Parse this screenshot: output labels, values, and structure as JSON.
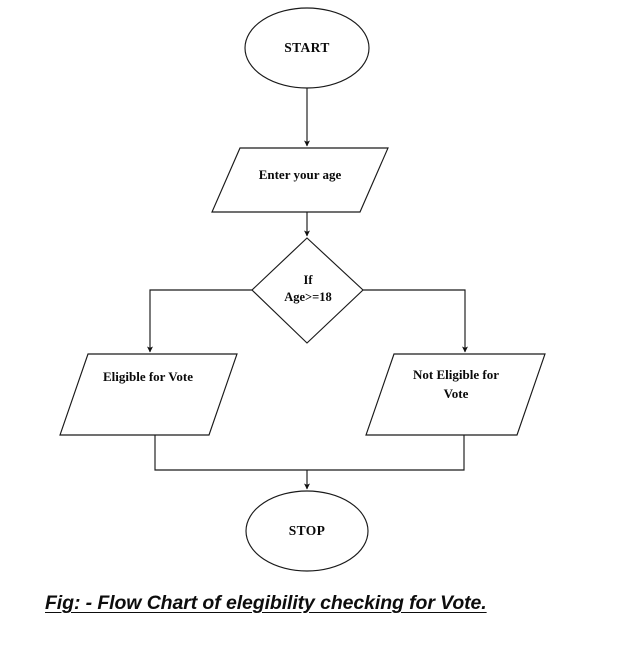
{
  "figure": {
    "caption": "Fig: - Flow Chart of elegibility checking for Vote.",
    "background_color": "#ffffff",
    "stroke_color": "#1a1a1a",
    "text_color": "#0a0a0a"
  },
  "chart_data": {
    "type": "diagram",
    "diagram_kind": "flowchart",
    "title": "Fig: - Flow Chart of elegibility checking for Vote.",
    "orientation": "top-to-bottom",
    "nodes": [
      {
        "id": "start",
        "shape": "oval",
        "role": "terminal",
        "text": "START"
      },
      {
        "id": "input_age",
        "shape": "parallelogram",
        "role": "input",
        "text": "Enter your age"
      },
      {
        "id": "check_age",
        "shape": "diamond",
        "role": "decision",
        "text_line_1": "If",
        "text_line_2": "Age>=18"
      },
      {
        "id": "eligible",
        "shape": "parallelogram",
        "role": "output",
        "text": "Eligible for Vote"
      },
      {
        "id": "not_eligible",
        "shape": "parallelogram",
        "role": "output",
        "text_line_1": "Not Eligible for",
        "text_line_2": "Vote"
      },
      {
        "id": "stop",
        "shape": "oval",
        "role": "terminal",
        "text": "STOP"
      }
    ],
    "edges": [
      {
        "from": "start",
        "to": "input_age",
        "label": "",
        "style": "straight-arrow"
      },
      {
        "from": "input_age",
        "to": "check_age",
        "label": "",
        "style": "straight-arrow"
      },
      {
        "from": "check_age",
        "to": "eligible",
        "label": "",
        "style": "elbow-left-arrow"
      },
      {
        "from": "check_age",
        "to": "not_eligible",
        "label": "",
        "style": "elbow-right-arrow"
      },
      {
        "from": "eligible",
        "to": "stop",
        "label": "",
        "style": "merge-elbow-arrow"
      },
      {
        "from": "not_eligible",
        "to": "stop",
        "label": "",
        "style": "merge-elbow-arrow"
      }
    ]
  }
}
